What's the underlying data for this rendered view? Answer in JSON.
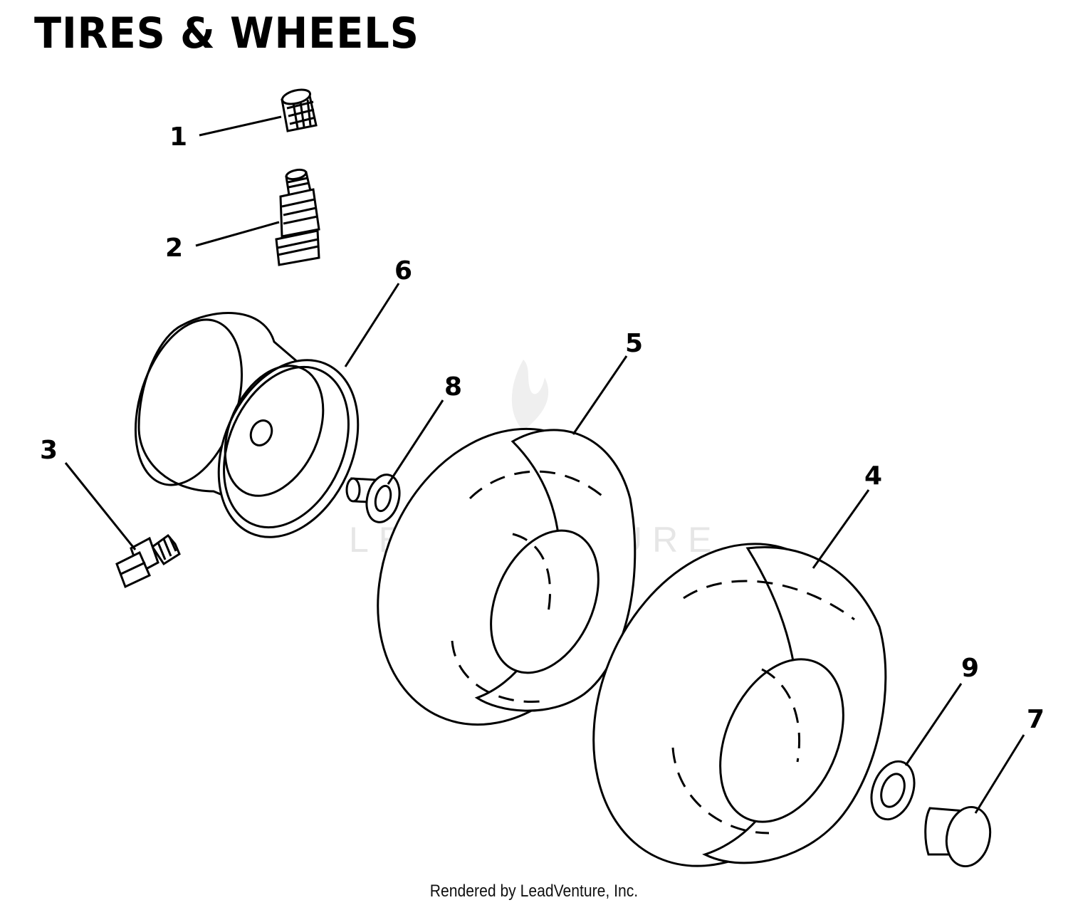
{
  "title": "TIRES & WHEELS",
  "callouts": [
    "1",
    "2",
    "3",
    "4",
    "5",
    "6",
    "7",
    "8",
    "9"
  ],
  "watermark": "LEADVENTURE",
  "footer": "Rendered by LeadVenture, Inc."
}
